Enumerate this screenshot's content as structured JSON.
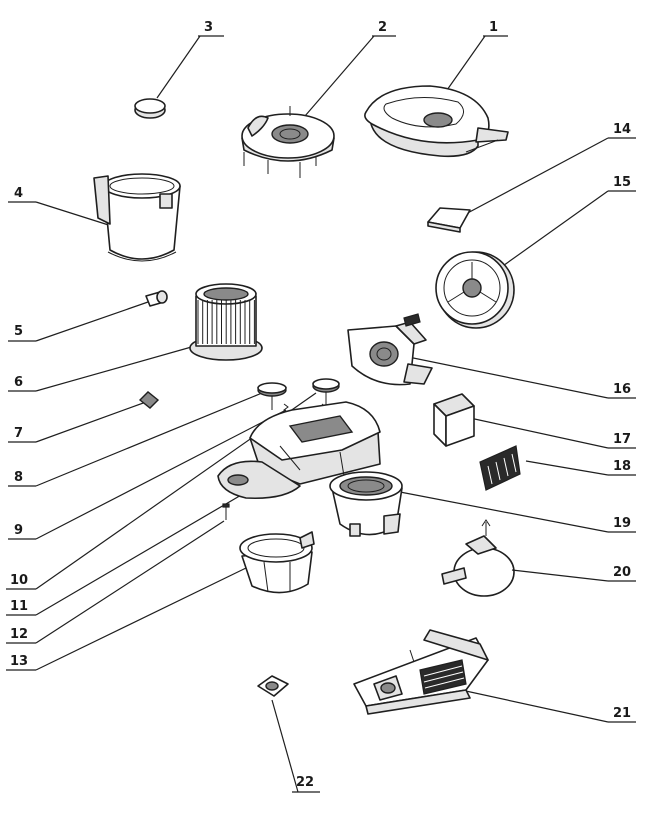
{
  "parts": [
    {
      "id": "p1",
      "number": "1",
      "icon": "cover-lid-icon"
    },
    {
      "id": "p2",
      "number": "2",
      "icon": "cyclone-cap-icon"
    },
    {
      "id": "p3",
      "number": "3",
      "icon": "disc-pad-icon"
    },
    {
      "id": "p4",
      "number": "4",
      "icon": "dust-bin-icon"
    },
    {
      "id": "p5",
      "number": "5",
      "icon": "latch-pin-icon"
    },
    {
      "id": "p6",
      "number": "6",
      "icon": "pleated-filter-icon"
    },
    {
      "id": "p7",
      "number": "7",
      "icon": "small-clip-icon"
    },
    {
      "id": "p8",
      "number": "8",
      "icon": "button-cap-icon"
    },
    {
      "id": "p9",
      "number": "9",
      "icon": "spring-icon"
    },
    {
      "id": "p10",
      "number": "10",
      "icon": "button-cap-icon"
    },
    {
      "id": "p11",
      "number": "11",
      "icon": "upper-housing-icon"
    },
    {
      "id": "p12",
      "number": "12",
      "icon": "screw-icon"
    },
    {
      "id": "p13",
      "number": "13",
      "icon": "filter-cage-icon"
    },
    {
      "id": "p14",
      "number": "14",
      "icon": "foam-pad-icon"
    },
    {
      "id": "p15",
      "number": "15",
      "icon": "wheel-icon"
    },
    {
      "id": "p16",
      "number": "16",
      "icon": "motor-cover-icon"
    },
    {
      "id": "p17",
      "number": "17",
      "icon": "sponge-filter-icon"
    },
    {
      "id": "p18",
      "number": "18",
      "icon": "grille-filter-icon"
    },
    {
      "id": "p19",
      "number": "19",
      "icon": "motor-mount-icon"
    },
    {
      "id": "p20",
      "number": "20",
      "icon": "clamp-ring-icon"
    },
    {
      "id": "p21",
      "number": "21",
      "icon": "base-chassis-icon"
    },
    {
      "id": "p22",
      "number": "22",
      "icon": "caster-icon"
    }
  ]
}
